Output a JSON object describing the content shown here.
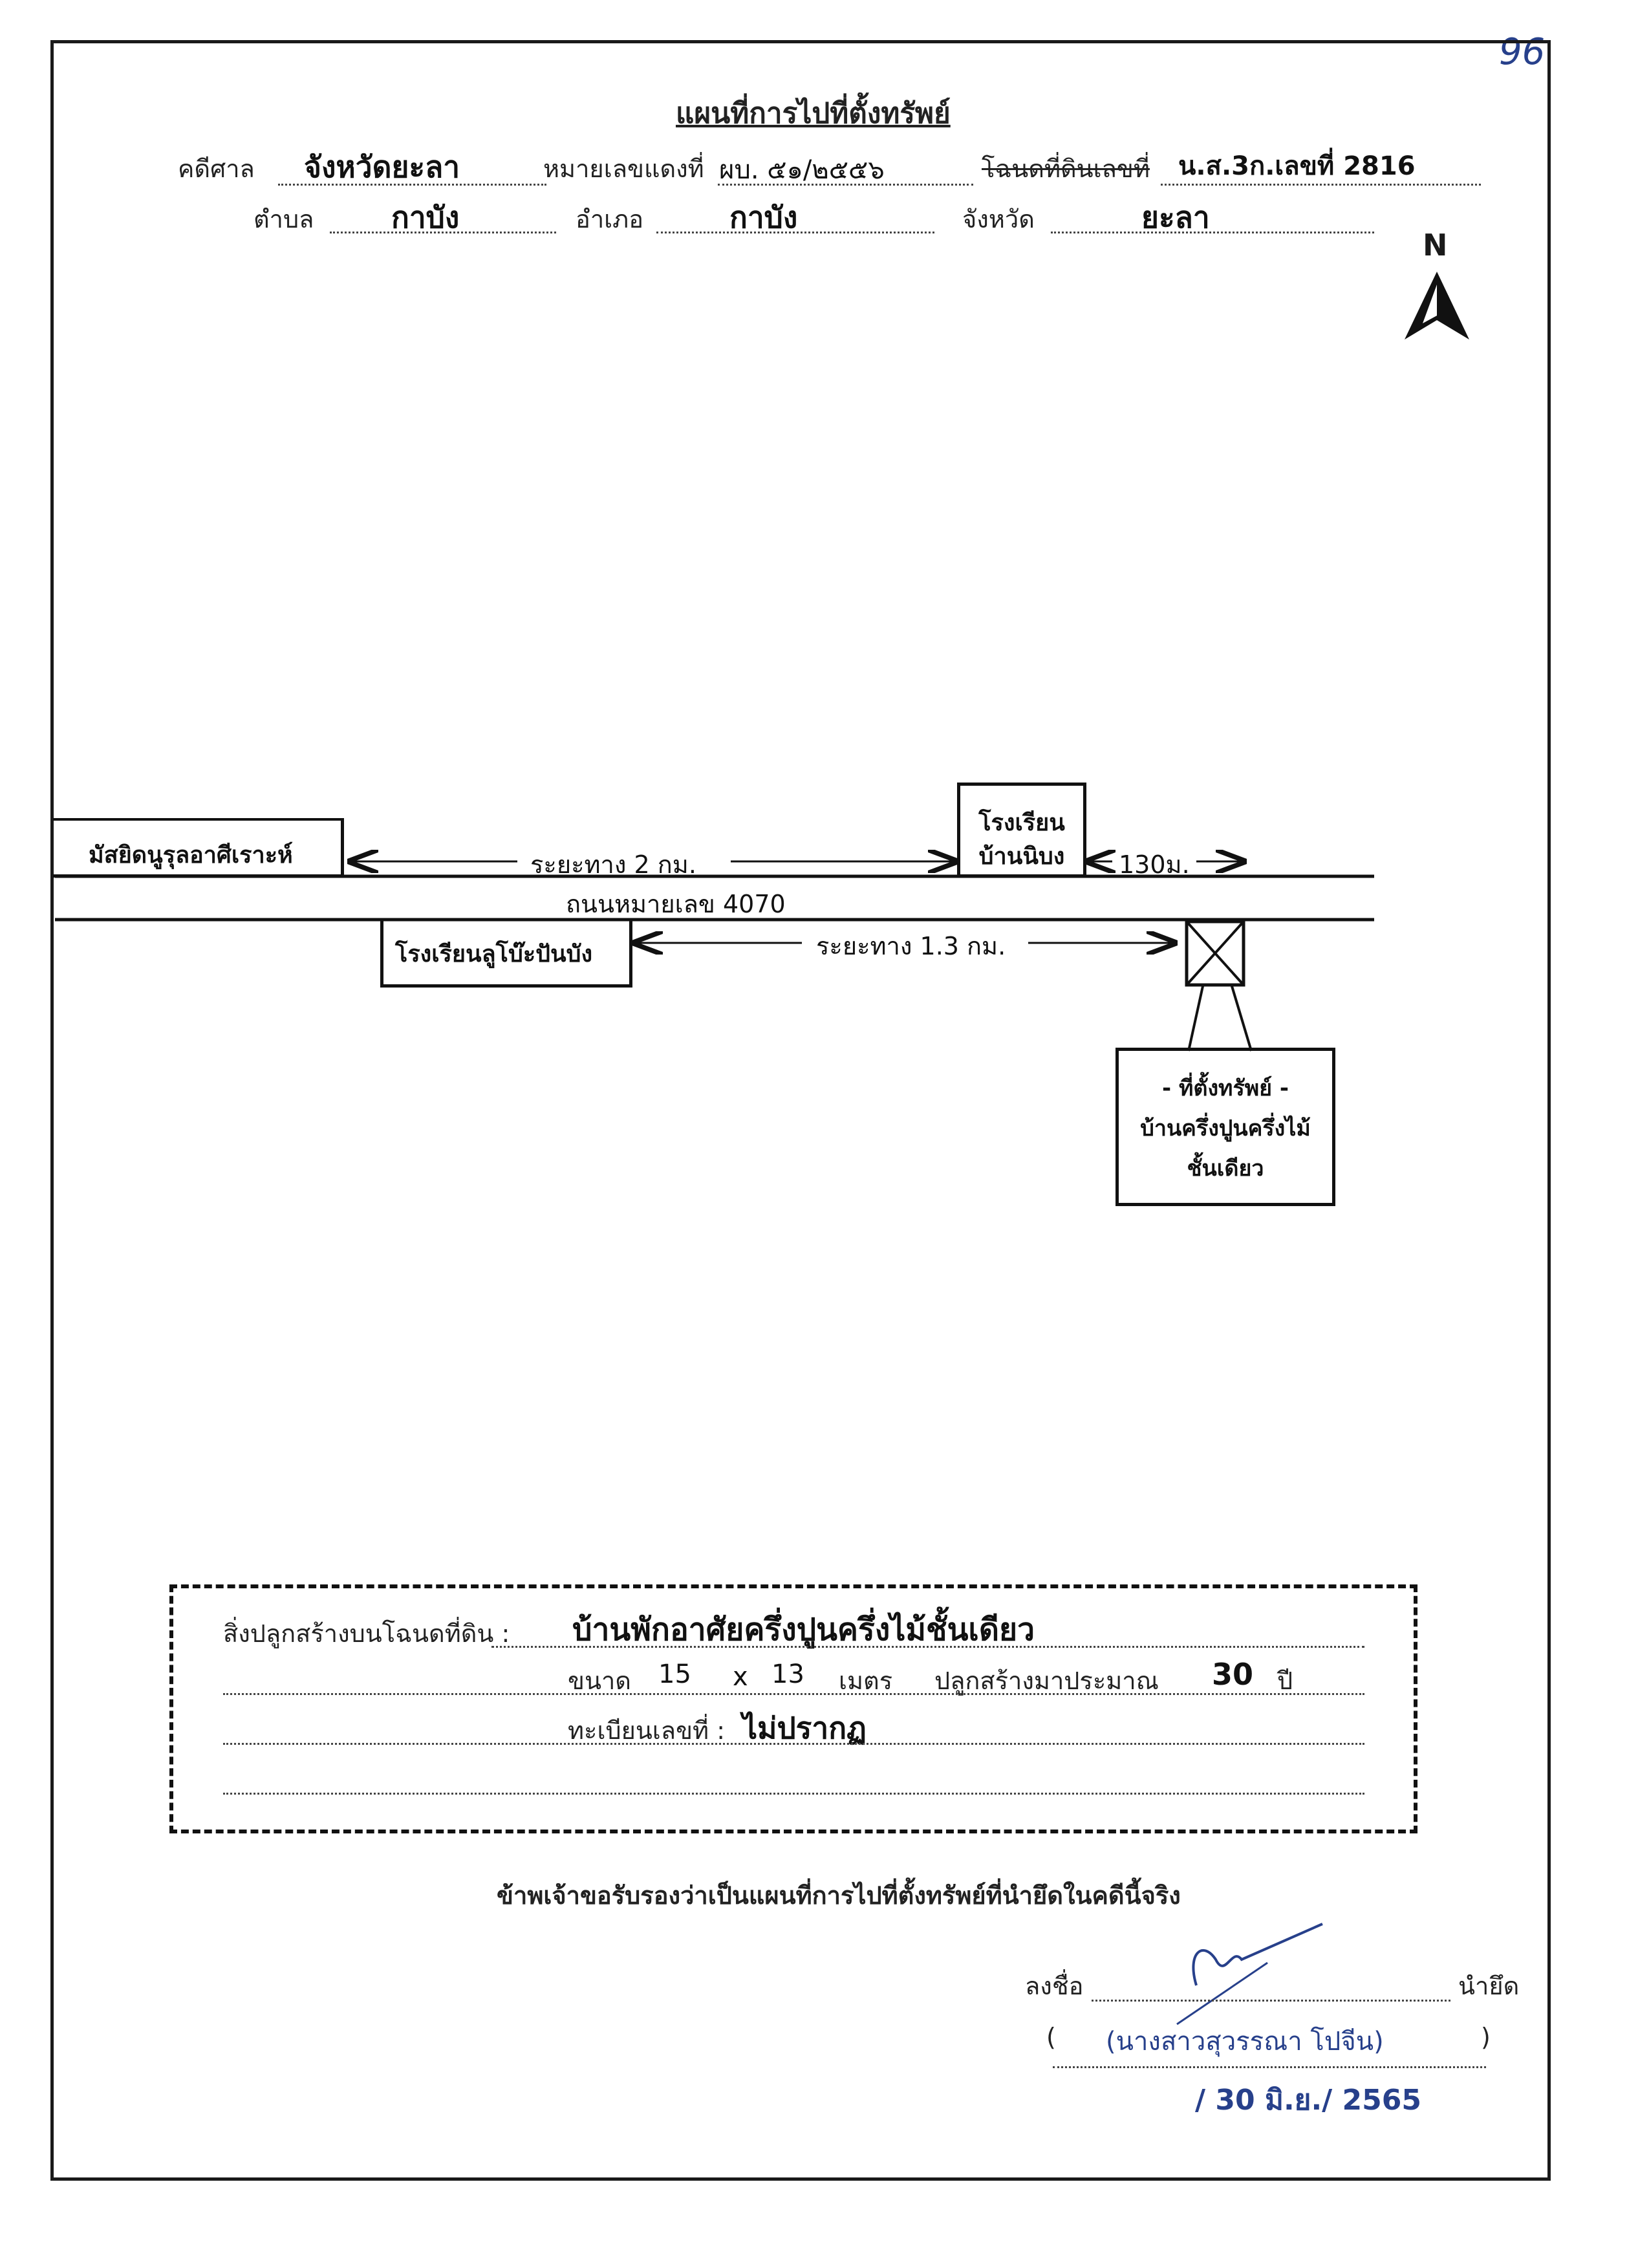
{
  "page_number": "96",
  "header": {
    "title": "แผนที่การไปที่ตั้งทรัพย์",
    "court_label": "คดีศาล",
    "court_value": "จังหวัดยะลา",
    "red_case_label": "หมายเลขแดงที่",
    "red_case_value": "ผบ. ๕๑/๒๕๕๖",
    "deed_label": "โฉนดที่ดินเลขที่",
    "deed_value": "น.ส.3ก.เลขที่ 2816",
    "subdistrict_label": "ตำบล",
    "subdistrict_value": "กาบัง",
    "district_label": "อำเภอ",
    "district_value": "กาบัง",
    "province_label": "จังหวัด",
    "province_value": "ยะลา"
  },
  "north_label": "N",
  "map": {
    "mosque_label": "มัสยิดนูรุลอาศีเราะห์",
    "distance_to_school": "ระยะทาง 2 กม.",
    "school_top_line1": "โรงเรียน",
    "school_top_line2": "บ้านนิบง",
    "distance_130": "130ม.",
    "road_label": "ถนนหมายเลข 4070",
    "school_bottom_label": "โรงเรียนลูโบ๊ะปันบัง",
    "distance_to_property": "ระยะทาง 1.3 กม.",
    "property_line1": "- ที่ตั้งทรัพย์ -",
    "property_line2": "บ้านครึ่งปูนครึ่งไม้",
    "property_line3": "ชั้นเดียว"
  },
  "details": {
    "buildings_label": "สิ่งปลูกสร้างบนโฉนดที่ดิน :",
    "buildings_value": "บ้านพักอาศัยครึ่งปูนครึ่งไม้ชั้นเดียว",
    "size_label": "ขนาด",
    "size_w": "15",
    "size_x": "x",
    "size_h": "13",
    "unit_label": "เมตร",
    "age_label": "ปลูกสร้างมาประมาณ",
    "age_value": "30",
    "year_label": "ปี",
    "reg_label": "ทะเบียนเลขที่ :",
    "reg_value": "ไม่ปรากฏ"
  },
  "certify_text": "ข้าพเจ้าขอรับรองว่าเป็นแผนที่การไปที่ตั้งทรัพย์ที่นำยึดในคดีนี้จริง",
  "signature": {
    "sign_label": "ลงชื่อ",
    "role_label": "นำยึด",
    "open_paren": "(",
    "name": "(นางสาวสุวรรณา โปจีน)",
    "close_paren": ")",
    "date": "/ 30 มิ.ย./ 2565"
  }
}
